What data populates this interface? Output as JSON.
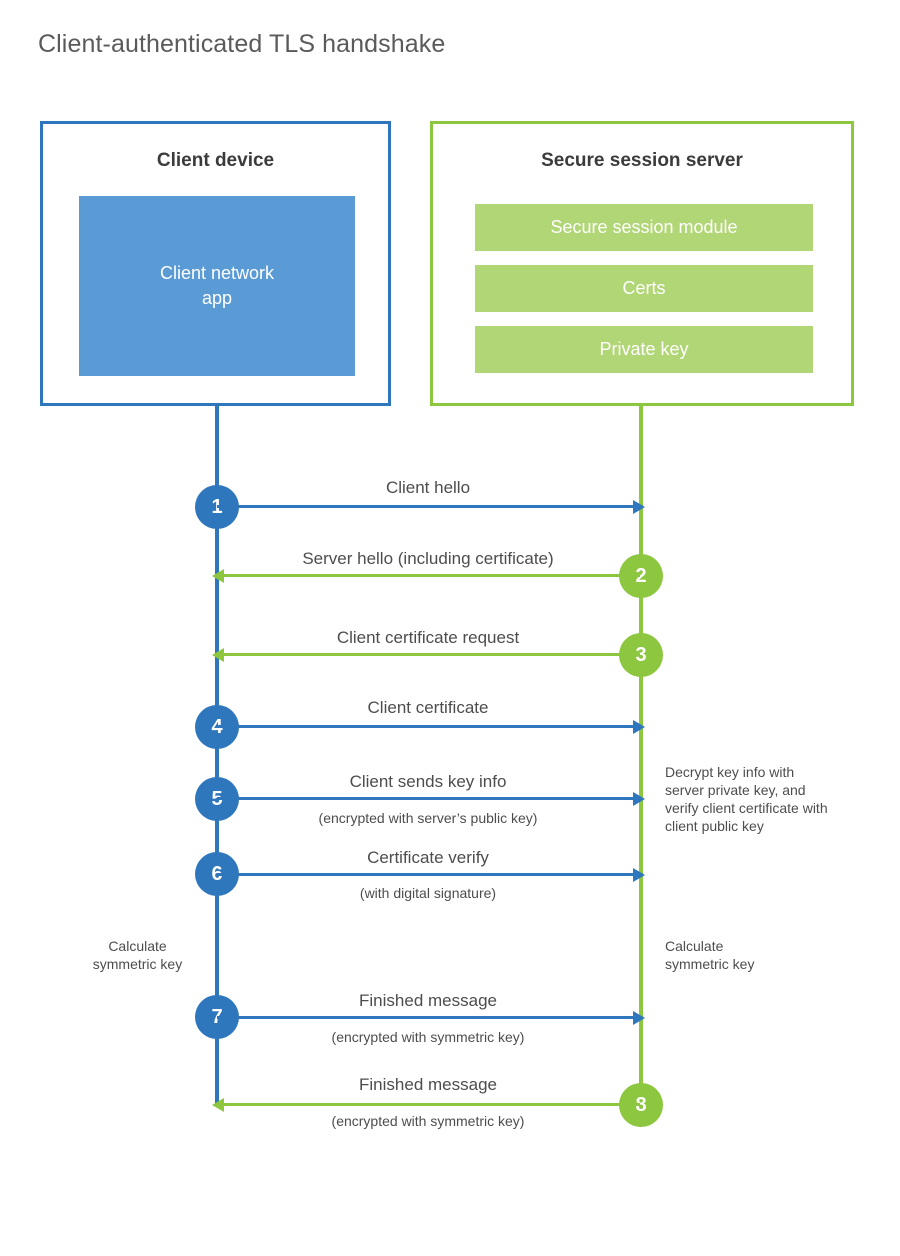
{
  "title": "Client-authenticated TLS handshake",
  "colors": {
    "client_blue": "#2f77bc",
    "client_app_fill": "#5b9bd5",
    "server_green": "#8dc63f",
    "server_block_fill": "#b0d676",
    "text": "#4d4d4d",
    "heading": "#3b3b3b",
    "background": "#ffffff"
  },
  "client": {
    "title": "Client device",
    "app_label": "Client network\napp",
    "app_label_line1": "Client network",
    "app_label_line2": "app"
  },
  "server": {
    "title": "Secure session server",
    "blocks": [
      {
        "label": "Secure session module"
      },
      {
        "label": "Certs"
      },
      {
        "label": "Private key"
      }
    ]
  },
  "steps": [
    {
      "number": "1",
      "label": "Client hello",
      "sublabel": "",
      "direction": "client-to-server",
      "color": "blue"
    },
    {
      "number": "2",
      "label": "Server hello (including certificate)",
      "sublabel": "",
      "direction": "server-to-client",
      "color": "green"
    },
    {
      "number": "3",
      "label": "Client certificate request",
      "sublabel": "",
      "direction": "server-to-client",
      "color": "green"
    },
    {
      "number": "4",
      "label": "Client certificate",
      "sublabel": "",
      "direction": "client-to-server",
      "color": "blue"
    },
    {
      "number": "5",
      "label": "Client sends key info",
      "sublabel": "(encrypted with server’s public key)",
      "direction": "client-to-server",
      "color": "blue"
    },
    {
      "number": "6",
      "label": "Certificate verify",
      "sublabel": "(with digital signature)",
      "direction": "client-to-server",
      "color": "blue"
    },
    {
      "number": "7",
      "label": "Finished message",
      "sublabel": "(encrypted with symmetric key)",
      "direction": "client-to-server",
      "color": "blue"
    },
    {
      "number": "8",
      "label": "Finished message",
      "sublabel": "(encrypted with symmetric key)",
      "direction": "server-to-client",
      "color": "green"
    }
  ],
  "notes": {
    "server_decrypt": "Decrypt key info with server private key, and verify client certificate with client public key",
    "client_calculate": "Calculate symmetric key",
    "server_calculate": "Calculate symmetric key"
  }
}
